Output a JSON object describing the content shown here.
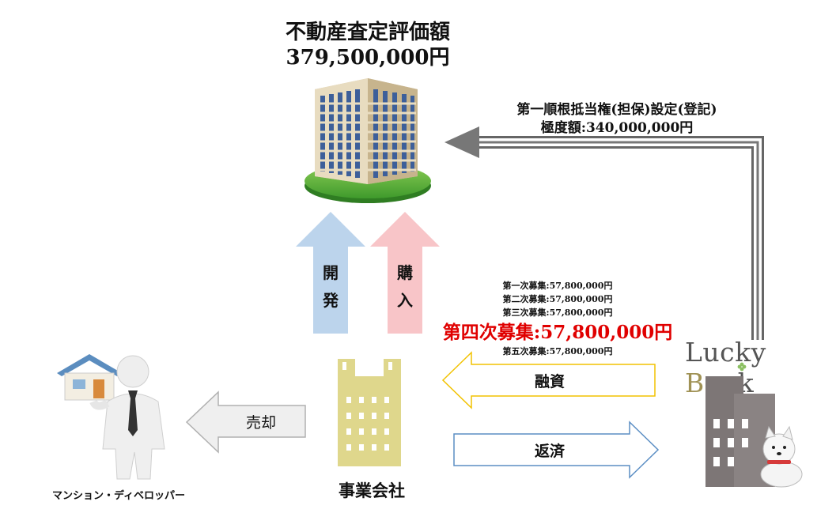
{
  "appraisal": {
    "title": "不動産査定評価額",
    "amount": "379,500,000円"
  },
  "lien": {
    "line1": "第一順根抵当権(担保)設定(登記)",
    "line2": "極度額:340,000,000円"
  },
  "vertical_arrows": {
    "develop": [
      "開",
      "発"
    ],
    "purchase": [
      "購",
      "入"
    ]
  },
  "fundraising": {
    "round1": "第一次募集:57,800,000円",
    "round2": "第二次募集:57,800,000円",
    "round3": "第三次募集:57,800,000円",
    "round4": "第四次募集:57,800,000円",
    "round5": "第五次募集:57,800,000円"
  },
  "flows": {
    "loan": "融資",
    "repay": "返済",
    "sell": "売却"
  },
  "actors": {
    "buyer": "マンション・ディベロッパー",
    "company": "事業会社"
  },
  "brand": {
    "part1": "Lucky ",
    "part2": "B",
    "part3": "ank"
  },
  "colors": {
    "develop_arrow": "#bcd4ec",
    "purchase_arrow": "#f8c5c8",
    "loan_arrow": "#f2c200",
    "repay_arrow": "#5b8ec4",
    "sell_arrow": "#b0b0b0",
    "highlight": "#e00000"
  }
}
